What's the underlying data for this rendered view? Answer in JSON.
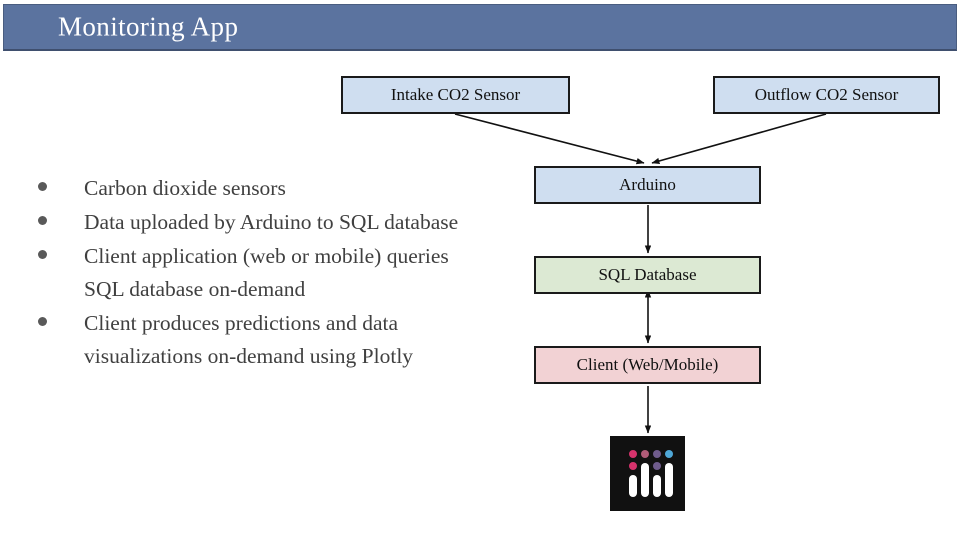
{
  "slide": {
    "title": "Monitoring App",
    "title_bar_color": "#5b739f",
    "background_color": "#ffffff"
  },
  "bullets": [
    {
      "text": "Carbon dioxide sensors"
    },
    {
      "text": "Data uploaded by Arduino to SQL database"
    },
    {
      "text": "Client application (web or mobile) queries SQL database on-demand"
    },
    {
      "text": "Client produces predictions and data visualizations on-demand using Plotly"
    }
  ],
  "diagram": {
    "nodes": [
      {
        "id": "intake",
        "label": "Intake CO2 Sensor",
        "fill": "#cfdef0"
      },
      {
        "id": "outflow",
        "label": "Outflow CO2 Sensor",
        "fill": "#cfdef0"
      },
      {
        "id": "arduino",
        "label": "Arduino",
        "fill": "#cfdef0"
      },
      {
        "id": "sql",
        "label": "SQL Database",
        "fill": "#dce9d3"
      },
      {
        "id": "client",
        "label": "Client (Web/Mobile)",
        "fill": "#f2d2d4"
      }
    ],
    "edges": [
      {
        "from": "intake",
        "to": "arduino",
        "direction": "one-way"
      },
      {
        "from": "outflow",
        "to": "arduino",
        "direction": "one-way"
      },
      {
        "from": "arduino",
        "to": "sql",
        "direction": "one-way"
      },
      {
        "from": "sql",
        "to": "client",
        "direction": "two-way"
      },
      {
        "from": "client",
        "to": "plotly",
        "direction": "one-way"
      }
    ],
    "logo": {
      "name": "plotly-logo",
      "background": "#111111",
      "bar_color": "#ffffff",
      "dot_colors": [
        "#d6336c",
        "#b05c78",
        "#6f5c8c",
        "#4fa8d8"
      ]
    }
  }
}
